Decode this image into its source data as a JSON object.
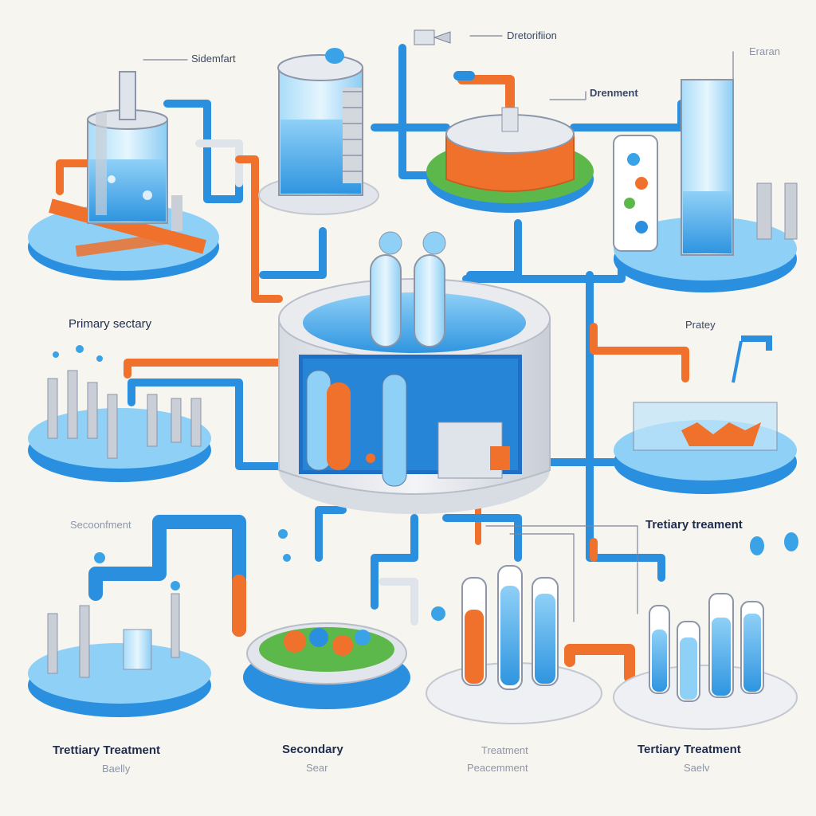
{
  "colors": {
    "background": "#f6f5ef",
    "water": "#3aa3e8",
    "water_light": "#bfe5fb",
    "pipe_blue": "#2b8fe0",
    "pipe_orange": "#f0712b",
    "concrete": "#e6e8ec",
    "label": "#1f2c4e",
    "sub_label": "#8c96a8"
  },
  "labels": {
    "sidemart": "Sidemfart",
    "dretonifion": "Dretorifiion",
    "drenment": "Drenment",
    "eraran": "Eraran",
    "primary_sectary": "Primary sectary",
    "pratey": "Pratey",
    "secondfiment": "Secoonfment",
    "tretiary_treament": "Tretiary treament",
    "trettiary_treatment": "Trettiary Treatment",
    "trettiary_sub": "Baelly",
    "secondary": "Secondary",
    "secondary_sub": "Sear",
    "treatment": "Treatment",
    "treatment_sub": "Peacemment",
    "tertiary_treatment": "Tertiary Treatment",
    "tertiary_sub": "Saelv"
  },
  "icons": {
    "pipe": "pipe-icon",
    "tank": "tank-icon",
    "valve": "valve-icon",
    "bubble": "bubble-icon"
  }
}
